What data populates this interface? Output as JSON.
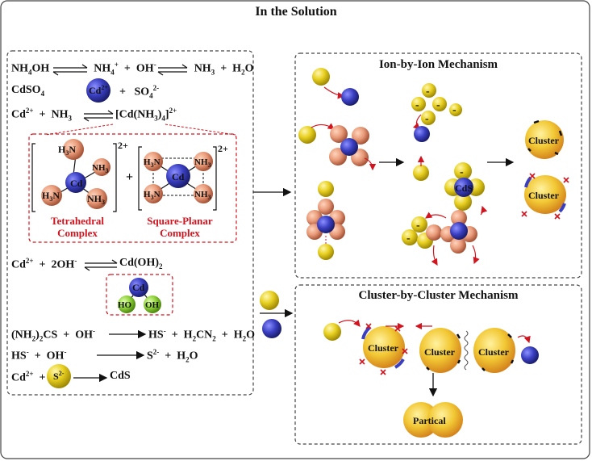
{
  "title": "In the Solution",
  "equations": {
    "e1": {
      "a": "NH",
      "a_sub": "4",
      "a2": "OH",
      "b": "NH",
      "b_sub": "4",
      "b_sup": "+",
      "plus1": "+",
      "c": "OH",
      "c_sup": "-",
      "d": "NH",
      "d_sub": "3",
      "plus2": "+",
      "e": "H",
      "e_sub": "2",
      "e2": "O"
    },
    "e2": {
      "a": "CdSO",
      "a_sub": "4",
      "plus": "+",
      "b": "SO",
      "b_sub": "4",
      "b_sup": "2-"
    },
    "e3": {
      "a": "Cd",
      "a_sup": "2+",
      "plus": "+",
      "b": "NH",
      "b_sub": "3",
      "c": "[Cd(NH",
      "c_sub": "3",
      "c2": ")",
      "c_sub2": "4",
      "c3": "]",
      "c_sup": "2+"
    },
    "e4": {
      "a": "Cd",
      "a_sup": "2+",
      "plus": "+",
      "b": "2OH",
      "b_sup": "-",
      "c": "Cd(OH)",
      "c_sub": "2"
    },
    "e5": {
      "a": "(NH",
      "a_sub": "2",
      "a2": ")",
      "a_sub2": "2",
      "a3": "CS",
      "plus1": "+",
      "b": "OH",
      "b_sup": "-",
      "c": "HS",
      "c_sup": "-",
      "plus2": "+",
      "d": "H",
      "d_sub": "2",
      "d2": "CN",
      "d_sub2": "2",
      "plus3": "+",
      "e": "H",
      "e_sub": "2",
      "e2": "O"
    },
    "e6": {
      "a": "HS",
      "a_sup": "-",
      "plus1": "+",
      "b": "OH",
      "b_sup": "-",
      "c": "S",
      "c_sup": "2-",
      "plus2": "+",
      "d": "H",
      "d_sub": "2",
      "d2": "O"
    },
    "e7": {
      "a": "Cd",
      "a_sup": "2+",
      "plus": "+",
      "c": "CdS"
    }
  },
  "complexes": {
    "tetra_label_line1": "Tetrahedral",
    "tetra_label_line2": "Complex",
    "square_label_line1": "Square-Planar",
    "square_label_line2": "Complex",
    "charge": "2+",
    "plus": "+",
    "cd": "Cd",
    "h3n": "H",
    "h3n_sub": "3",
    "h3n_n": "N",
    "nh3": "NH",
    "nh3_sub": "3",
    "ho": "HO",
    "oh": "OH",
    "cd2plus": "Cd",
    "cd2plus_sup": "2+",
    "s2minus": "S",
    "s2minus_sup": "2-"
  },
  "ion_panel": {
    "title": "Ion-by-Ion Mechanism",
    "cluster": "Cluster",
    "cds": "CdS",
    "minus": "-"
  },
  "cluster_panel": {
    "title": "Cluster-by-Cluster Mechanism",
    "cluster": "Cluster",
    "partical": "Partical"
  },
  "colors": {
    "cd_blue": "#3a3fc2",
    "nh3_salmon": "#e89a78",
    "s_yellow": "#e8d020",
    "oh_green": "#8fd13a",
    "red_accent": "#d2141e",
    "cluster_orange": "#f0b22a"
  }
}
